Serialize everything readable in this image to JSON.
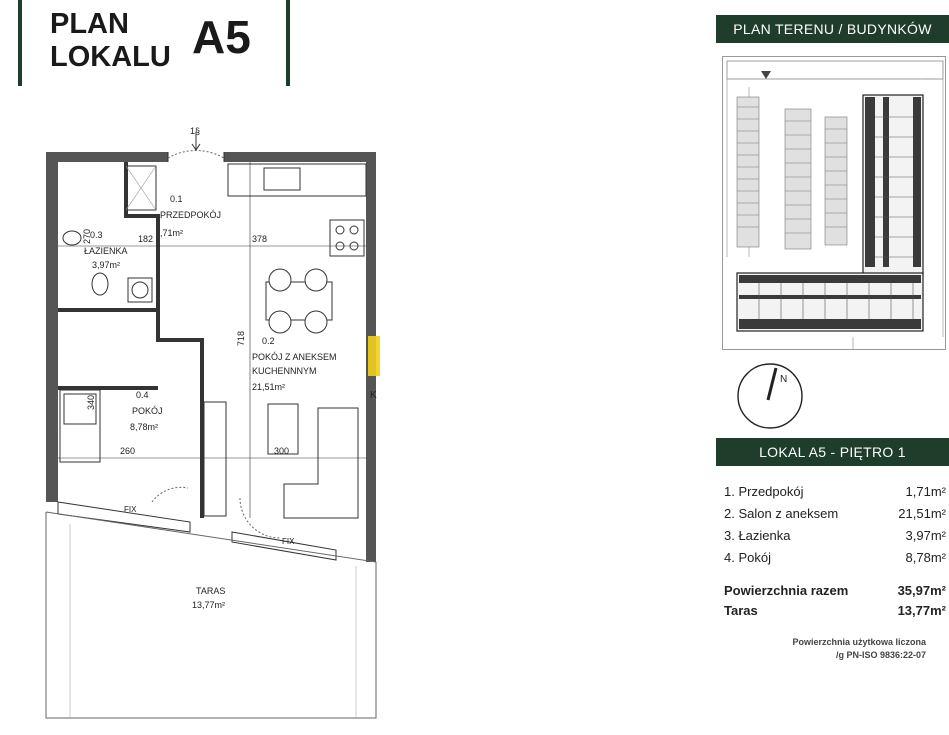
{
  "header": {
    "plan_word_1": "PLAN",
    "plan_word_2": "LOKALU",
    "unit_code": "A5"
  },
  "site_plan": {
    "band_title": "PLAN TERENU / BUDYNKÓW"
  },
  "unit_info": {
    "band_title": "LOKAL A5 - PIĘTRO 1"
  },
  "rooms": [
    {
      "label": "1. Przedpokój",
      "area": "1,71m²"
    },
    {
      "label": "2. Salon z aneksem",
      "area": "21,51m²"
    },
    {
      "label": "3. Łazienka",
      "area": "3,97m²"
    },
    {
      "label": "4. Pokój",
      "area": "8,78m²"
    }
  ],
  "totals": [
    {
      "label": "Powierzchnia razem",
      "area": "35,97m²"
    },
    {
      "label": "Taras",
      "area": "13,77m²"
    }
  ],
  "footnote": {
    "line1": "Powierzchnia użytkowa liczona",
    "line2": "/g PN-ISO 9836:22-07"
  },
  "floorplan": {
    "entry_label": "1§",
    "room_q1_code": "0.1",
    "room_q1_name": "PRZEDPOKÓJ",
    "room_q1_area": ",71m²",
    "room_q3_code": "0.3",
    "room_q3_name": "ŁAZIENKA",
    "room_q3_area": "3,97m²",
    "room_q2_code": "0.2",
    "room_q2_name_1": "POKÓJ Z ANEKSEM",
    "room_q2_name_2": "KUCHENNNYM",
    "room_q2_area": "21,51m²",
    "room_q4_code": "0.4",
    "room_q4_name": "POKÓJ",
    "room_q4_area": "8,78m²",
    "terrace_name": "TARAS",
    "terrace_area": "13,77m²",
    "dim_182": "182",
    "dim_378": "378",
    "dim_718": "718",
    "dim_270": "270",
    "dim_260": "260",
    "dim_300": "300",
    "dim_340": "340",
    "fix_1": "FIX",
    "fix_2": "FIX",
    "watermark": "K"
  },
  "colors": {
    "brand_green": "#1f3d2b",
    "watermark_yellow": "#f2cf1d"
  }
}
